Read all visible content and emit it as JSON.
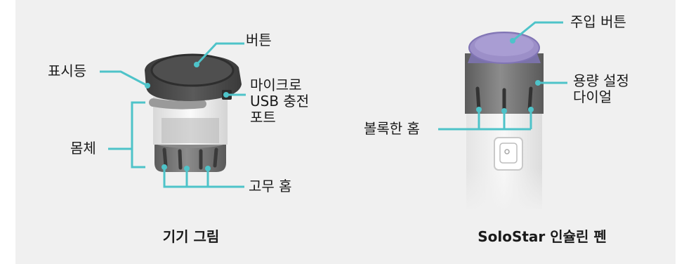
{
  "colors": {
    "background": "#f0f0f0",
    "leader_line": "#4ec3c9",
    "cap_dark": "#4a4a4a",
    "body_gray": "#7a7a7a",
    "pen_button": "#9c8fc8",
    "pen_body": "#eeeeee"
  },
  "device": {
    "labels": {
      "button": "버튼",
      "indicator": "표시등",
      "micro_usb": "마이크로\nUSB 충전\n포트",
      "body": "몸체",
      "rubber_grooves": "고무 홈"
    },
    "caption": "기기 그림"
  },
  "pen": {
    "labels": {
      "injection_button": "주입 버튼",
      "dose_dial": "용량 설정\n다이얼",
      "ridges": "볼록한 홈"
    },
    "caption": "SoloStar 인슐린 펜"
  }
}
